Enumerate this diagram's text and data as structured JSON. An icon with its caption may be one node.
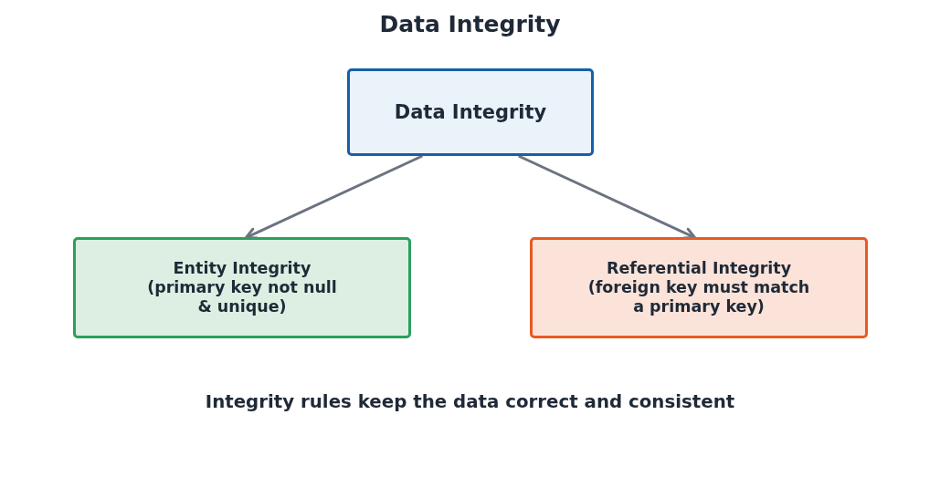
{
  "diagram": {
    "title": "Data Integrity",
    "caption": "Integrity rules keep the data correct and consistent",
    "nodes": [
      {
        "text": [
          "Data Integrity"
        ]
      },
      {
        "text": [
          "Entity Integrity",
          "(primary key not null & unique)"
        ]
      },
      {
        "text": [
          "Referential Integrity",
          "(foreign key must match a primary key)"
        ]
      }
    ],
    "edges": [
      {
        "from": 0,
        "to": 1,
        "arrow": "to"
      },
      {
        "from": 0,
        "to": 2,
        "arrow": "to"
      }
    ]
  }
}
